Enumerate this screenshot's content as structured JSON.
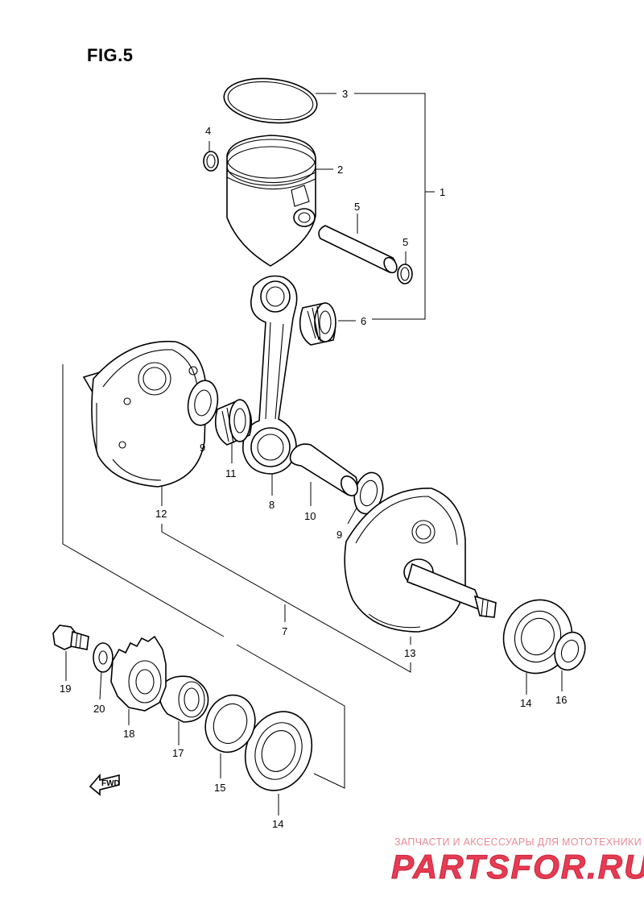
{
  "figure": {
    "title": "FIG.5"
  },
  "callouts": [
    {
      "id": "c1",
      "label": "1"
    },
    {
      "id": "c2",
      "label": "2"
    },
    {
      "id": "c3",
      "label": "3"
    },
    {
      "id": "c4",
      "label": "4"
    },
    {
      "id": "c5a",
      "label": "5"
    },
    {
      "id": "c5b",
      "label": "5"
    },
    {
      "id": "c6",
      "label": "6"
    },
    {
      "id": "c7",
      "label": "7"
    },
    {
      "id": "c8",
      "label": "8"
    },
    {
      "id": "c9a",
      "label": "9"
    },
    {
      "id": "c9b",
      "label": "9"
    },
    {
      "id": "c10",
      "label": "10"
    },
    {
      "id": "c11",
      "label": "11"
    },
    {
      "id": "c12",
      "label": "12"
    },
    {
      "id": "c13",
      "label": "13"
    },
    {
      "id": "c14a",
      "label": "14"
    },
    {
      "id": "c14b",
      "label": "14"
    },
    {
      "id": "c15",
      "label": "15"
    },
    {
      "id": "c16",
      "label": "16"
    },
    {
      "id": "c17",
      "label": "17"
    },
    {
      "id": "c18",
      "label": "18"
    },
    {
      "id": "c19",
      "label": "19"
    },
    {
      "id": "c20",
      "label": "20"
    }
  ],
  "direction_marker": {
    "label": "FWD"
  },
  "watermark": {
    "tagline": "ЗАПЧАСТИ И АКСЕССУАРЫ ДЛЯ МОТОТЕХНИКИ",
    "logo": "PARTSFOR.RU",
    "color": "#e63b52"
  }
}
